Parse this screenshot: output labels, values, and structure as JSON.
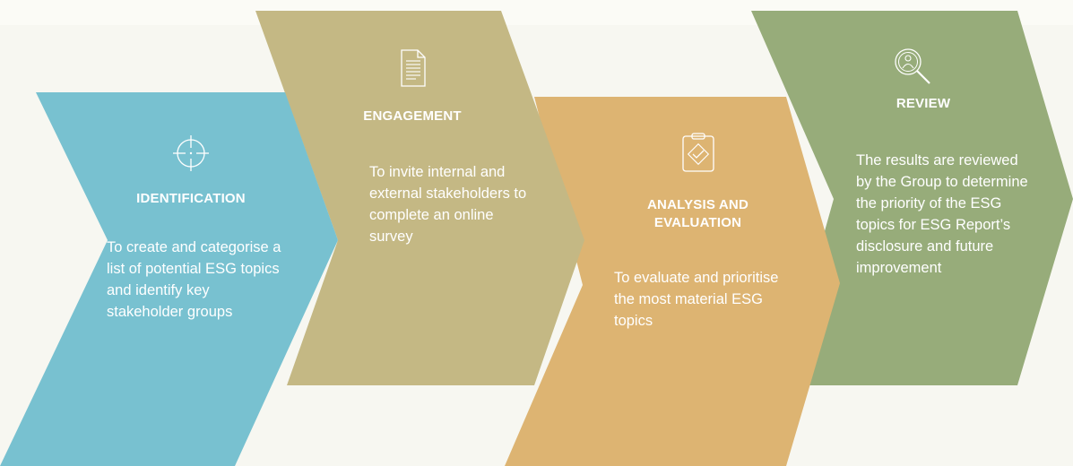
{
  "steps": [
    {
      "title": "IDENTIFICATION",
      "description": "To create and categorise a list of potential ESG topics and identify key stakeholder groups",
      "icon": "crosshair-icon",
      "color": "#78c1d0"
    },
    {
      "title": "ENGAGEMENT",
      "description": "To invite internal and external stakeholders to complete an online survey",
      "icon": "document-icon",
      "color": "#c4b884"
    },
    {
      "title": "ANALYSIS AND EVALUATION",
      "description": "To evaluate and prioritise the most material ESG topics",
      "icon": "clipboard-check-icon",
      "color": "#ddb472"
    },
    {
      "title": "REVIEW",
      "description": "The results are reviewed by the Group to determine the priority of the ESG topics for ESG Report’s disclosure and future improvement",
      "icon": "magnifier-person-icon",
      "color": "#97ac7a"
    }
  ]
}
